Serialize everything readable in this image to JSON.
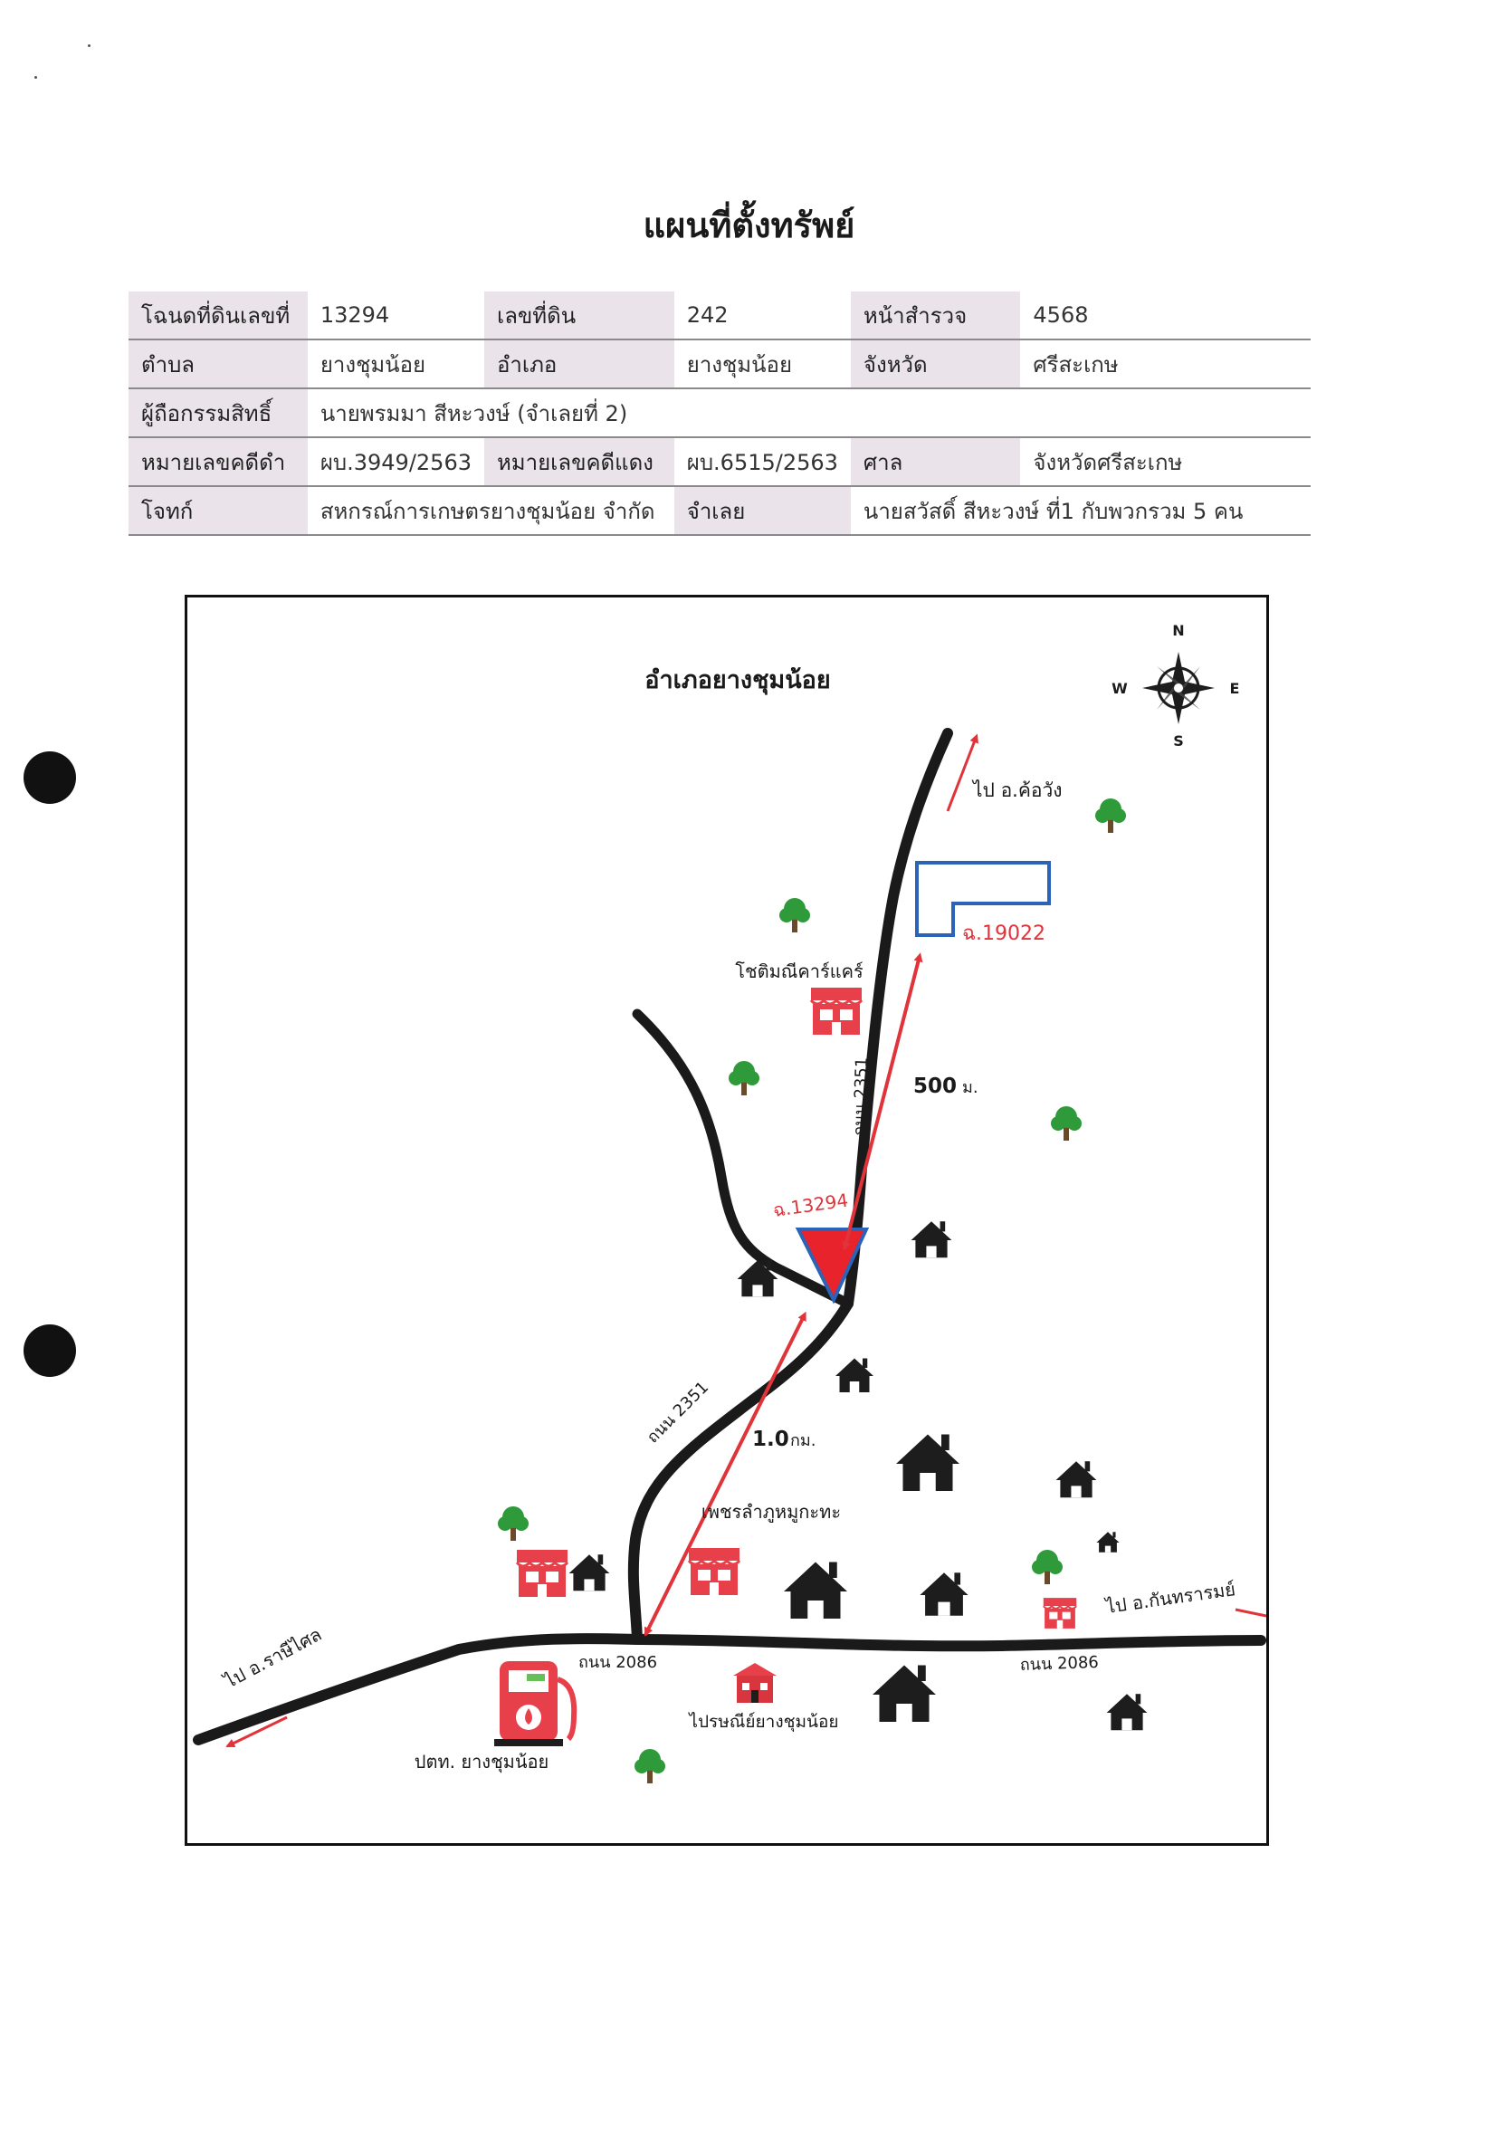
{
  "title": "แผนที่ตั้งทรัพย์",
  "info": [
    [
      [
        "label",
        "โฉนดที่ดินเลขที่"
      ],
      [
        "value",
        "13294"
      ],
      [
        "label",
        "เลขที่ดิน"
      ],
      [
        "value",
        "242"
      ],
      [
        "label",
        "หน้าสำรวจ"
      ],
      [
        "value",
        "4568"
      ]
    ],
    [
      [
        "label",
        "ตำบล"
      ],
      [
        "value",
        "ยางชุมน้อย"
      ],
      [
        "label",
        "อำเภอ"
      ],
      [
        "value",
        "ยางชุมน้อย"
      ],
      [
        "label",
        "จังหวัด"
      ],
      [
        "value",
        "ศรีสะเกษ"
      ]
    ],
    [
      [
        "label",
        "ผู้ถือกรรมสิทธิ์"
      ],
      [
        "value",
        "นายพรมมา สีหะวงษ์ (จำเลยที่ 2)"
      ]
    ],
    [
      [
        "label",
        "หมายเลขคดีดำ"
      ],
      [
        "value",
        "ผบ.3949/2563"
      ],
      [
        "label",
        "หมายเลขคดีแดง"
      ],
      [
        "value",
        "ผบ.6515/2563"
      ],
      [
        "label",
        "ศาล"
      ],
      [
        "value",
        "จังหวัดศรีสะเกษ"
      ]
    ],
    [
      [
        "label",
        "โจทก์"
      ],
      [
        "value",
        "สหกรณ์การเกษตรยางชุมน้อย จำกัด"
      ],
      [
        "label",
        "จำเลย"
      ],
      [
        "value",
        "นายสวัสดิ์ สีหะวงษ์ ที่1 กับพวกรวม 5 คน"
      ]
    ]
  ],
  "map": {
    "district_title": "อำเภอยางชุมน้อย",
    "compass": {
      "n": "N",
      "s": "S",
      "e": "E",
      "w": "W"
    },
    "plot_target": "ฉ.13294",
    "plot_other": "ฉ.19022",
    "road_2351_a": "ถนน 2351",
    "road_2351_b": "ถนน 2351",
    "road_2086_a": "ถนน 2086",
    "road_2086_b": "ถนน 2086",
    "dist_500": "500",
    "dist_500_unit": "ม.",
    "dist_1km": "1.0",
    "dist_1km_unit": "กม.",
    "to_khowang": "ไป อ.ค้อวัง",
    "to_rasisalai": "ไป อ.ราษีไศล",
    "to_kanthararom": "ไป อ.กันทรารมย์",
    "shop_car": "โชติมณีคาร์แคร์",
    "shop_pork": "เพชรลำภูหมูกะทะ",
    "gas_station": "ปตท. ยางชุมน้อย",
    "post_office": "ไปรษณีย์ยางชุมน้อย",
    "colors": {
      "road": "#1a1a1a",
      "arrow": "#e0333a",
      "plot_fill": "#e8232b",
      "plot_outline": "#2b63b8",
      "tree": "#2e9a3a",
      "shop": "#e8404a"
    }
  }
}
